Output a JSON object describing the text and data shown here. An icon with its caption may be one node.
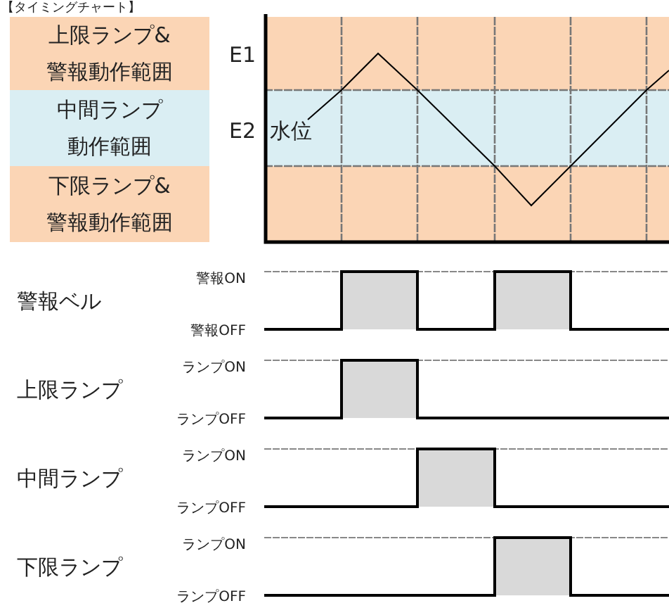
{
  "diagram": {
    "title": "【タイミングチャート】",
    "nodes": [
      {
        "text": [
          "上限ランプ&警報動作範囲"
        ]
      },
      {
        "text": [
          "中間ランプ動作範囲"
        ]
      },
      {
        "text": [
          "下限ランプ&警報動作範囲"
        ]
      }
    ],
    "labels": [
      "E1",
      "E2",
      "水位",
      "警報ベル",
      "警報ON",
      "警報OFF",
      "上限ランプ",
      "ランプON",
      "ランプOFF",
      "中間ランプ",
      "ランプON",
      "ランプOFF",
      "下限ランプ",
      "ランプON",
      "ランプOFF"
    ]
  }
}
